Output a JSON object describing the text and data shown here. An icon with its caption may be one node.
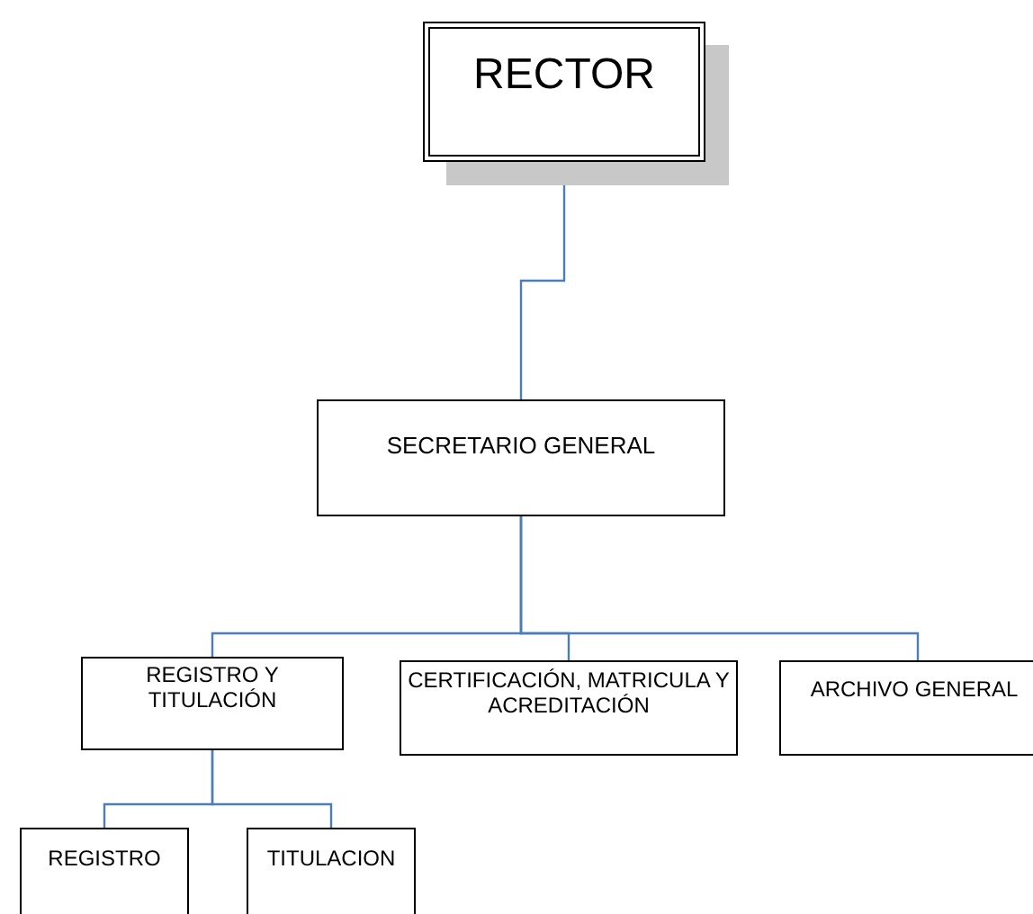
{
  "diagram": {
    "nodes": [
      {
        "text": [
          "RECTOR"
        ]
      },
      {
        "text": [
          "SECRETARIO GENERAL"
        ]
      },
      {
        "text": [
          "REGISTRO Y TITULACIÓN"
        ]
      },
      {
        "text": [
          "CERTIFICACIÓN, MATRICULA Y ACREDITACIÓN"
        ]
      },
      {
        "text": [
          "ARCHIVO GENERAL"
        ]
      },
      {
        "text": [
          "REGISTRO"
        ]
      },
      {
        "text": [
          "TITULACION"
        ]
      }
    ],
    "edges": [
      {
        "from": 0,
        "to": 1,
        "arrow": "none"
      },
      {
        "from": 1,
        "to": 2,
        "arrow": "none"
      },
      {
        "from": 1,
        "to": 3,
        "arrow": "none"
      },
      {
        "from": 1,
        "to": 4,
        "arrow": "none"
      },
      {
        "from": 2,
        "to": 5,
        "arrow": "none"
      },
      {
        "from": 2,
        "to": 6,
        "arrow": "none"
      }
    ]
  }
}
